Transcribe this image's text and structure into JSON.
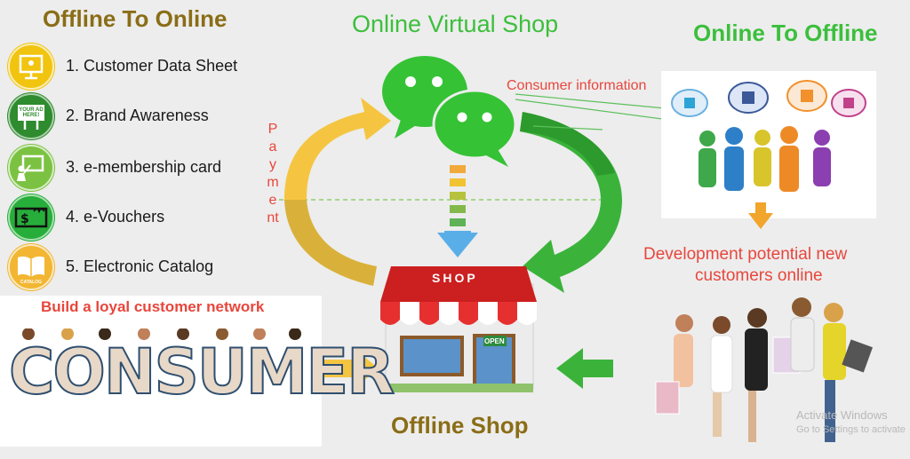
{
  "left": {
    "heading": "Offline To Online",
    "items": [
      {
        "label": "1. Customer Data Sheet",
        "icon": "presentation-board-icon",
        "color": "#f1c40f"
      },
      {
        "label": "2. Brand Awareness",
        "icon": "billboard-icon",
        "color": "#2e8b2e",
        "billboard_text": "YOUR AD HERE!"
      },
      {
        "label": "3. e-membership card",
        "icon": "presenter-icon",
        "color": "#7cc242"
      },
      {
        "label": "4.  e-Vouchers",
        "icon": "gift-voucher-icon",
        "color": "#27ae3a"
      },
      {
        "label": "5. Electronic Catalog",
        "icon": "catalog-book-icon",
        "color": "#f2b632",
        "catalog_text": "CATALOG"
      }
    ],
    "payment": "Payment",
    "build_caption": "Build a loyal customer network",
    "consumer_word": "CONSUMER"
  },
  "center": {
    "heading": "Online Virtual Shop",
    "consumer_info": "Consumer information",
    "shop_sign": "SHOP",
    "open_sign": "OPEN",
    "footer": "Offline Shop"
  },
  "right": {
    "heading": "Online To Offline",
    "development_text_line1": "Development potential new",
    "development_text_line2": "customers online"
  },
  "watermark": {
    "line1": "Activate Windows",
    "line2": "Go to Settings to activate"
  },
  "colors": {
    "heading_brown": "#8a6d16",
    "heading_green": "#3cbf3c",
    "accent_red": "#e8463c",
    "arrow_yellow": "#f5c542",
    "arrow_green": "#3bb33b"
  }
}
